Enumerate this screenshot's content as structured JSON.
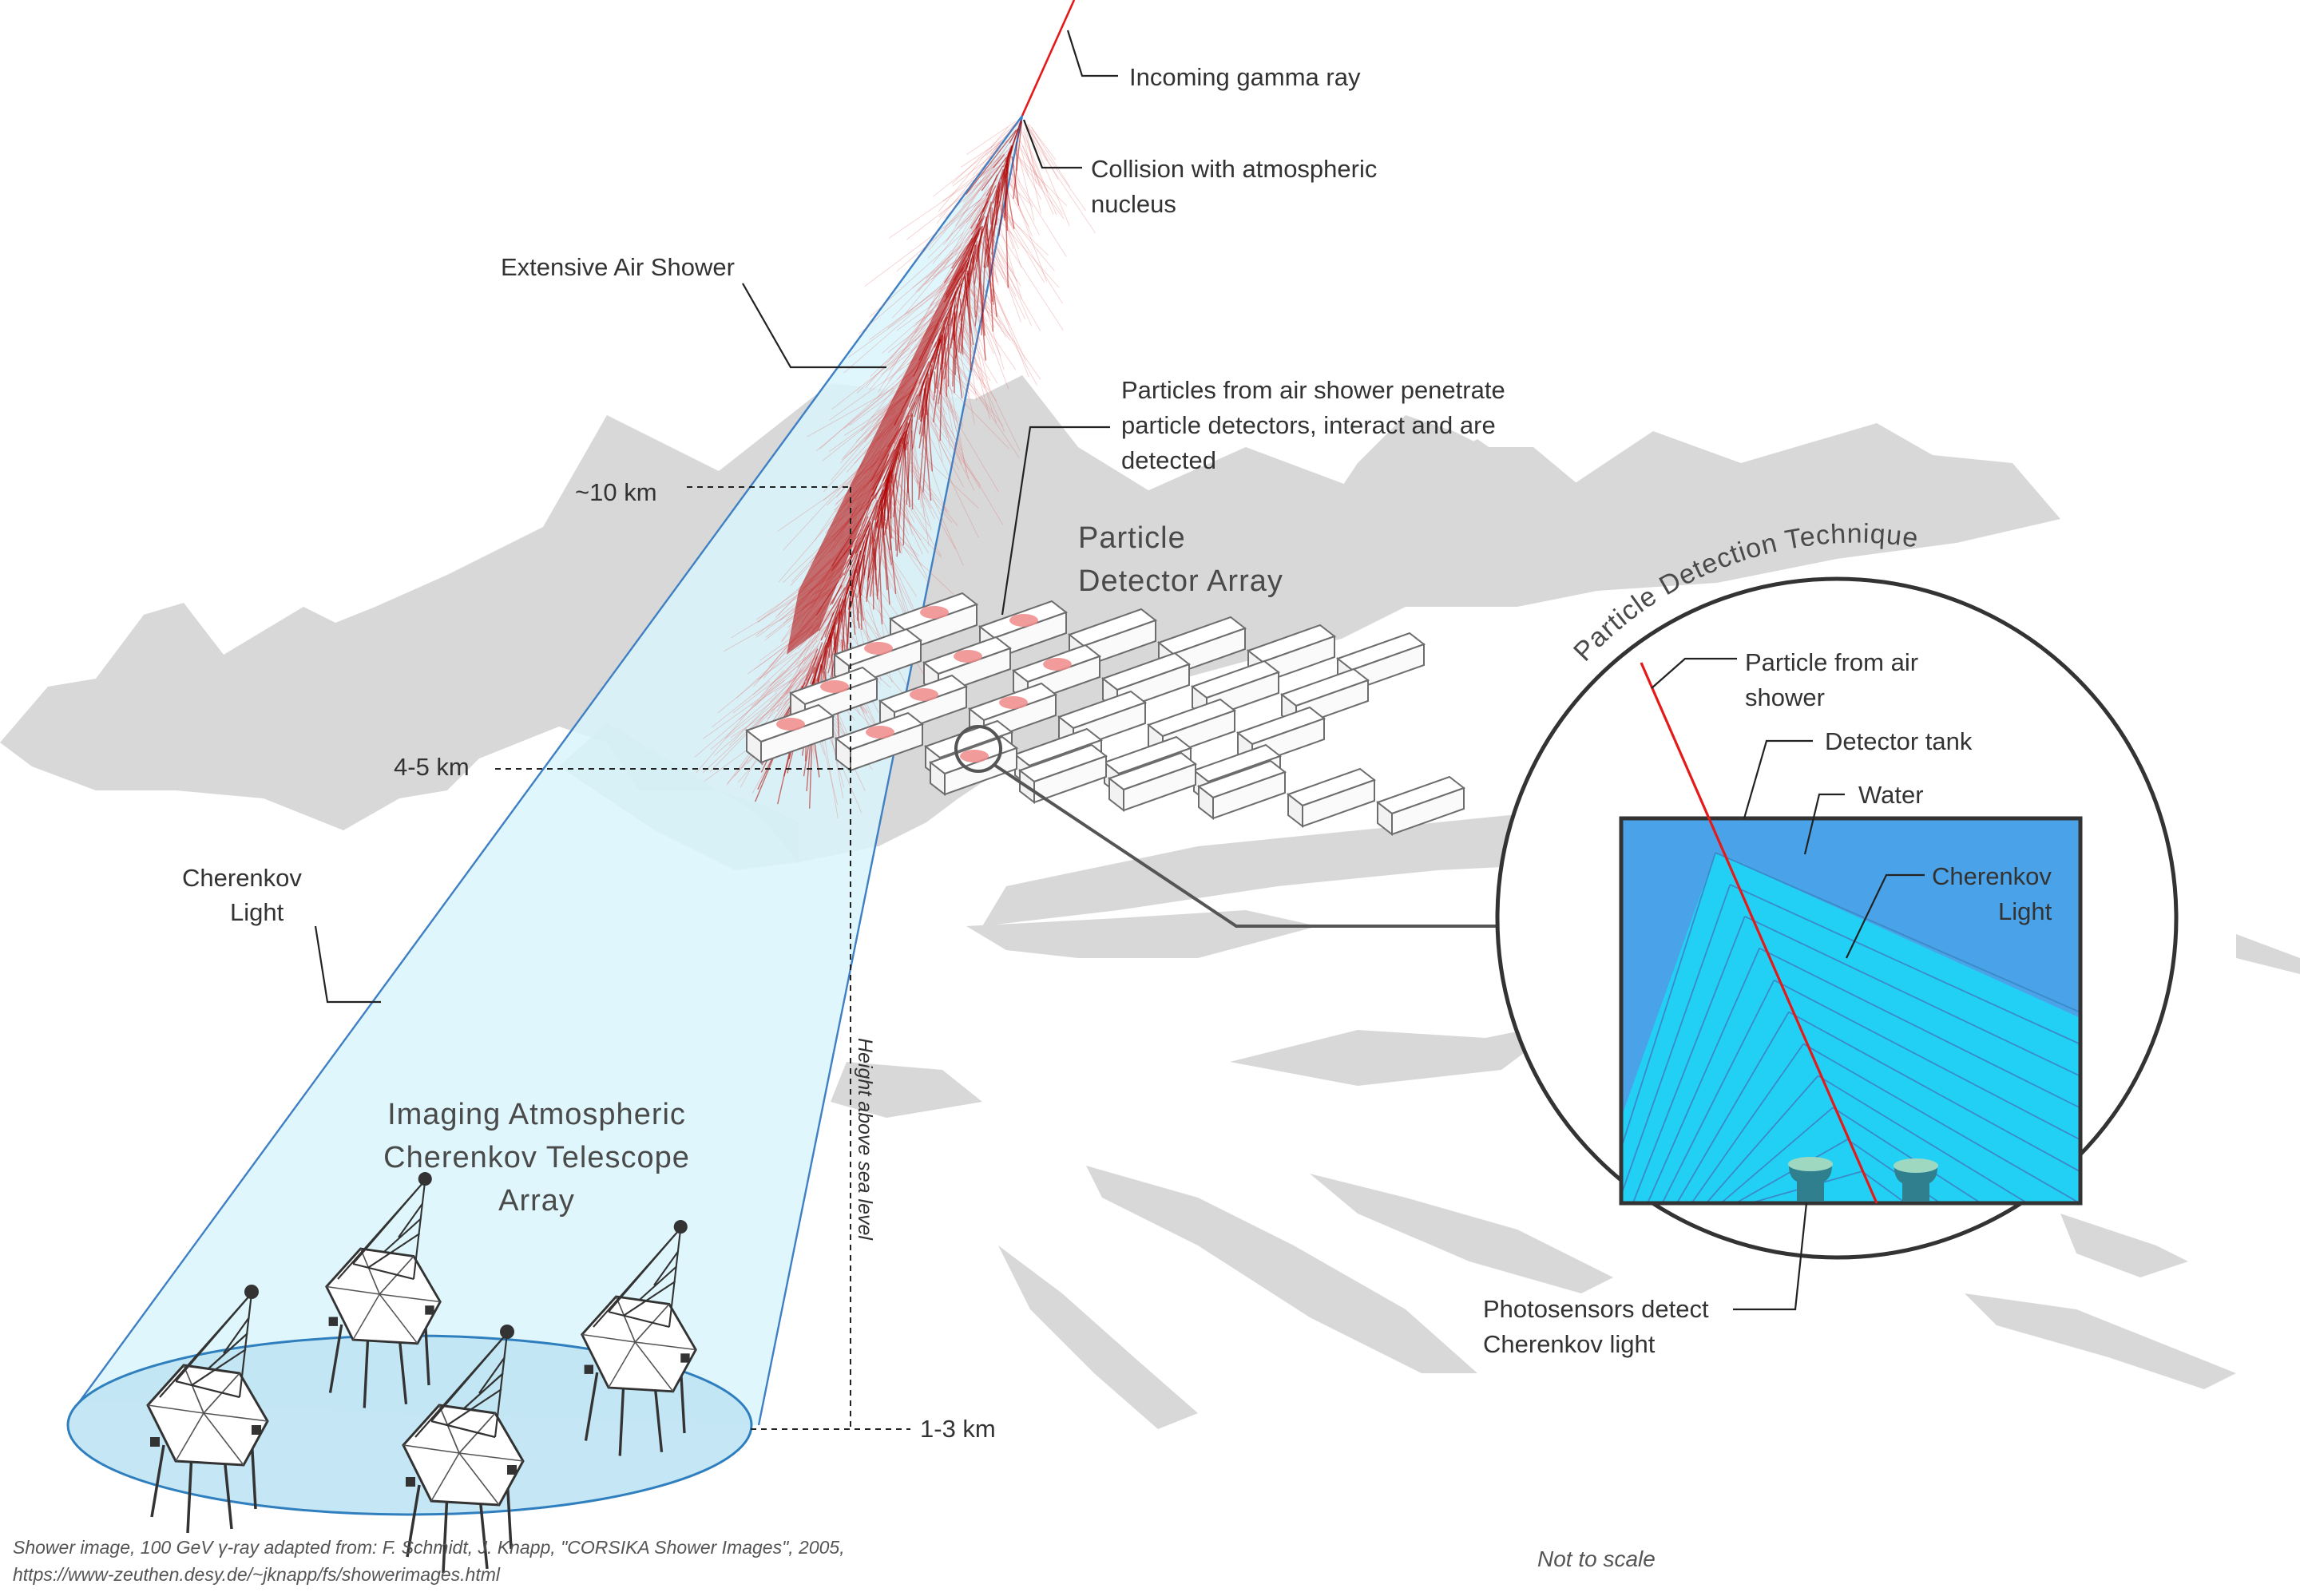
{
  "labels": {
    "incoming_gamma": "Incoming gamma ray",
    "collision_line1": "Collision with atmospheric",
    "collision_line2": "nucleus",
    "extensive_air_shower": "Extensive Air Shower",
    "particles_line1": "Particles from air shower penetrate",
    "particles_line2": "particle detectors, interact and are",
    "particles_line3": "detected",
    "alt_10km": "~10 km",
    "alt_4_5km": "4-5 km",
    "alt_1_3km": "1-3 km",
    "cherenkov_light_line1": "Cherenkov",
    "cherenkov_light_line2": "Light",
    "height_axis": "Height above sea level"
  },
  "titles": {
    "particle_array_line1": "Particle",
    "particle_array_line2": "Detector Array",
    "iact_line1": "Imaging Atmospheric",
    "iact_line2": "Cherenkov Telescope",
    "iact_line3": "Array",
    "technique": "Particle Detection Technique"
  },
  "inset": {
    "particle_line1": "Particle from air",
    "particle_line2": "shower",
    "detector_tank": "Detector tank",
    "water": "Water",
    "cherenkov_line1": "Cherenkov",
    "cherenkov_line2": "Light",
    "photosensors_line1": "Photosensors detect",
    "photosensors_line2": "Cherenkov light"
  },
  "footer": {
    "credit_line1": "Shower image, 100 GeV γ-ray adapted from: F. Schmidt, J. Knapp, \"CORSIKA Shower Images\", 2005,",
    "credit_line2": "https://www-zeuthen.desy.de/~jknapp/fs/showerimages.html",
    "not_to_scale": "Not to scale"
  },
  "colors": {
    "gamma_ray": "#e41a1a",
    "shower": "#b00000",
    "cherenkov_cone": "#d9f6fb",
    "cone_edge": "#3f7fc4",
    "ellipse_fill": "#bfe3f3",
    "ellipse_edge": "#2f7fbf",
    "mountains": "#d8d8d8",
    "tank_water": "#4aa3e8",
    "tank_cherenkov": "#22d0f5",
    "photosensor": "#2f7f8f",
    "photosensor_top": "#9fd8c0"
  }
}
